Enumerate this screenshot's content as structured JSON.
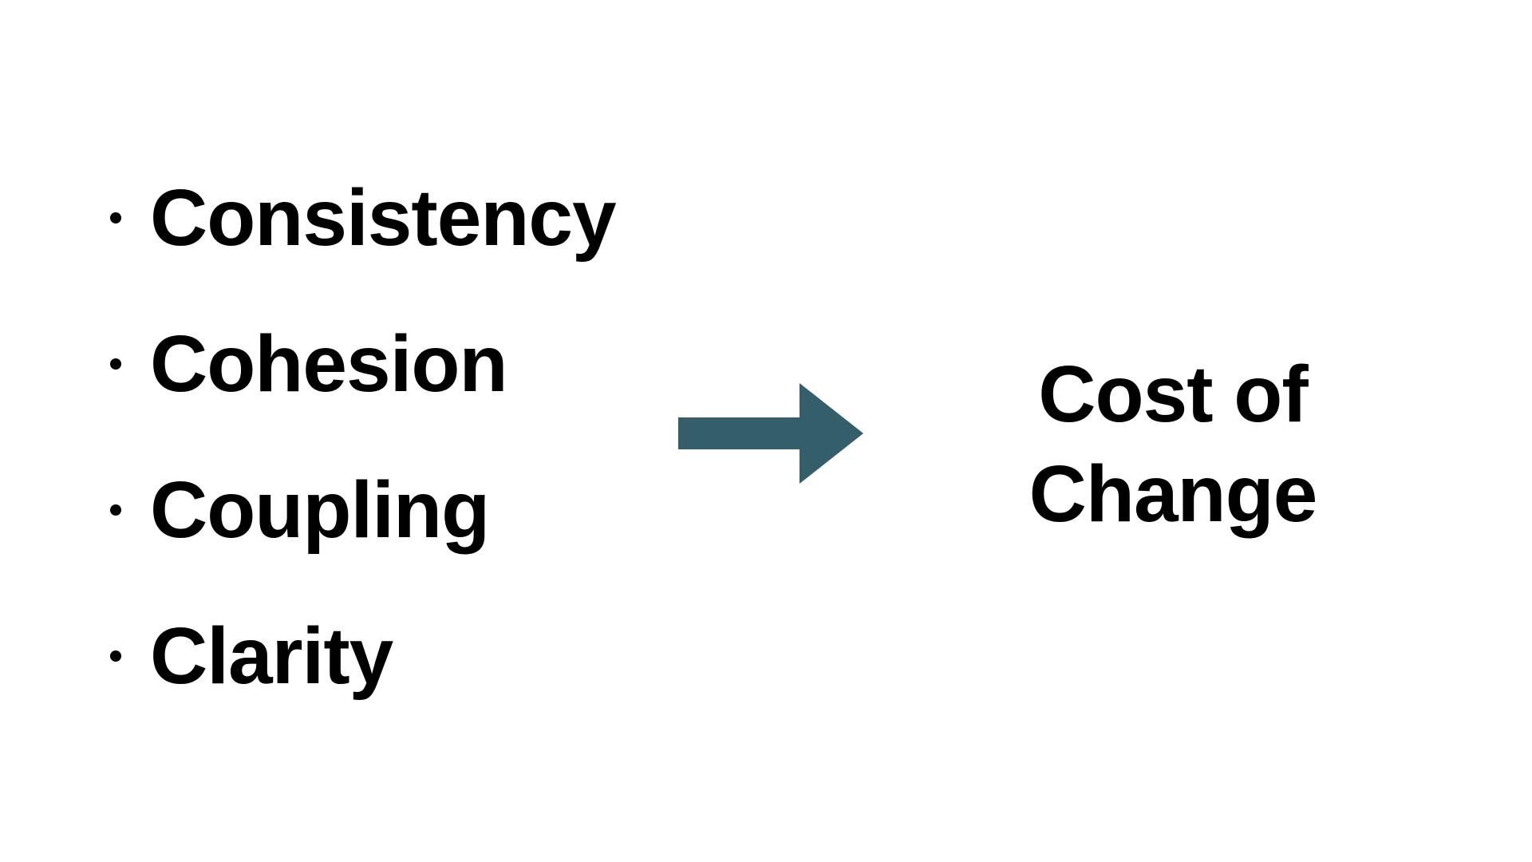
{
  "factors": [
    {
      "label": "Consistency"
    },
    {
      "label": "Cohesion"
    },
    {
      "label": "Coupling"
    },
    {
      "label": "Clarity"
    }
  ],
  "result": {
    "line1": "Cost of",
    "line2": "Change"
  },
  "colors": {
    "arrow": "#355E6B",
    "text": "#000000",
    "background": "#FFFFFF"
  },
  "icons": {
    "arrow": "right-arrow-icon",
    "bullet": "bullet-dot-icon"
  }
}
